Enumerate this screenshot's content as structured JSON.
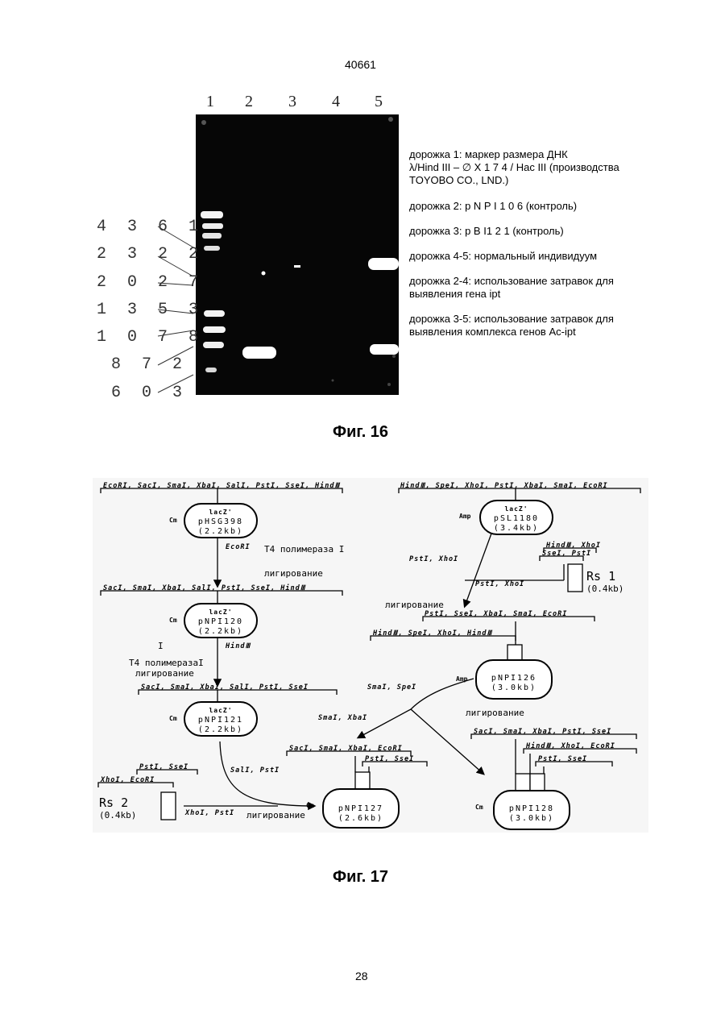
{
  "page": {
    "header_number": "40661",
    "footer_number": "28"
  },
  "figure16": {
    "lane_numbers": [
      "1",
      "2",
      "3",
      "4",
      "5"
    ],
    "size_markers": [
      "4 3 6 1",
      "2 3 2 2",
      "2 0 2 7",
      "1 3 5 3",
      "1 0 7 8",
      "8 7 2",
      "6 0 3"
    ],
    "legend": [
      "дорожка 1: маркер размера ДНК",
      "λ/Hind III – ∅ X 1 7 4 / Hac III (производства",
      "TOYOBO CO., LND.)",
      "дорожка 2: p N P I 1 0 6 (контроль)",
      "дорожка 3: p B I1 2 1 (контроль)",
      "дорожка 4-5: нормальный индивидуум",
      "дорожка 2-4: использование затравок для",
      "выявления гена ipt",
      "дорожка 3-5: использование затравок для",
      "выявления комплекса генов Ac-ipt"
    ],
    "caption": "Фиг. 16"
  },
  "figure17": {
    "caption": "Фиг. 17",
    "sites": {
      "hsg398": "EcoRI, SacI, SmaI, XbaI, SalI, PstI, SseI, HindⅢ",
      "npi120": "SacI, SmaI, XbaI, SalI, PstI, SseI, HindⅢ",
      "npi121": "SacI, SmaI, XbaI, SalI, PstI, SseI",
      "sl1180": "HindⅢ, SpeI, XhoI, PstI, XbaI, SmaI, EcoRI",
      "rs1_top": "HindⅢ, XhoI",
      "rs1_bottom": "SseI, PstI",
      "npi126_top": "PstI, SseI, XbaI, SmaI, EcoRI",
      "npi126_bottom": "HindⅢ, SpeI, XhoI, HindⅢ",
      "rs2_top": "PstI, SseI",
      "rs2_bottom": "XhoI, EcoRI",
      "npi127_top": "SacI, SmaI, XbaI, EcoRI",
      "npi127_bottom": "PstI, SseI",
      "npi128_top": "SacI, SmaI, XbaI, PstI, SseI",
      "npi128_mid": "HindⅢ, XhoI, EcoRI",
      "npi128_bottom": "PstI, SseI"
    },
    "plasmids": {
      "hsg398": {
        "lac": "lacZ'",
        "name": "pHSG398",
        "size": "(2.2kb)",
        "marker": "Cm"
      },
      "npi120": {
        "lac": "lacZ'",
        "name": "pNPI120",
        "size": "(2.2kb)",
        "marker": "Cm"
      },
      "npi121": {
        "lac": "lacZ'",
        "name": "pNPI121",
        "size": "(2.2kb)",
        "marker": "Cm"
      },
      "sl1180": {
        "lac": "lacZ'",
        "name": "pSL1180",
        "size": "(3.4kb)",
        "marker": "Amp"
      },
      "npi126": {
        "name": "pNPI126",
        "size": "(3.0kb)",
        "marker": "Amp"
      },
      "npi127": {
        "name": "pNPI127",
        "size": "(2.6kb)",
        "marker": "Cm"
      },
      "npi128": {
        "name": "pNPI128",
        "size": "(3.0kb)",
        "marker": "Cm"
      }
    },
    "fragments": {
      "rs1": {
        "name": "Rs 1",
        "size": "(0.4kb)"
      },
      "rs2": {
        "name": "Rs 2",
        "size": "(0.4kb)"
      }
    },
    "steps": {
      "ecori": "EcoRI",
      "t4_1": "T4 полимераза I",
      "lig_1": "лигирование",
      "hindiii": "HindⅢ",
      "roman_i": "I",
      "t4_2": "T4 полимеразаI",
      "lig_2": "лигирование",
      "psti_xhoi_1": "PstI, XhoI",
      "psti_xhoi_2": "PstI, XhoI",
      "lig_3": "лигирование",
      "smai_spei": "SmaI, SpeI",
      "lig_4": "лигирование",
      "smai_xbai": "SmaI, XbaI",
      "sali_psti": "SalI, PstI",
      "xhoi_psti": "XhoI, PstI",
      "lig_5": "лигирование"
    }
  }
}
